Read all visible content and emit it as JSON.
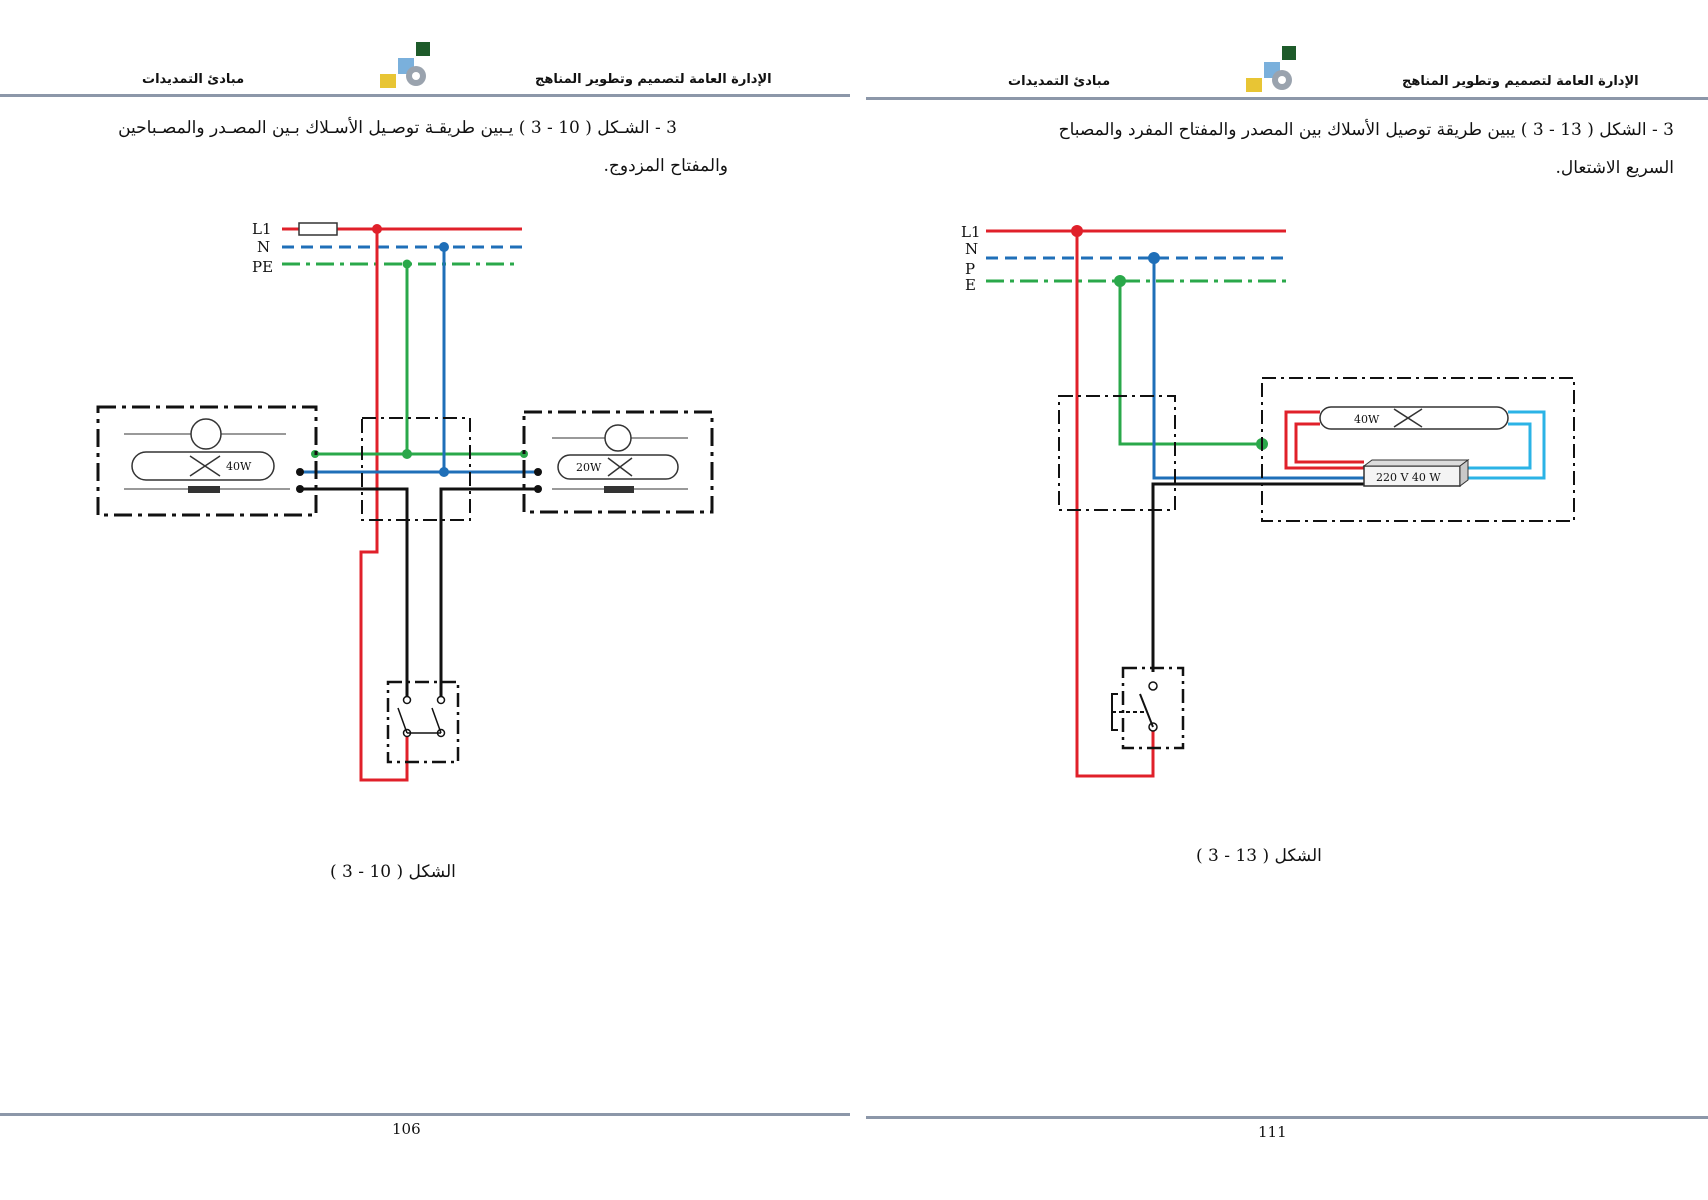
{
  "left_page": {
    "header": {
      "title": "مبادئ التمديدات",
      "org": "الإدارة العامة لتصميم وتطوير المناهج"
    },
    "text": {
      "line1": "3 -   الشـكل ( 10 - 3 ) يـبين طريقـة توصـيل الأسـلاك بـين المصـدر والمصـباحين",
      "line2": "والمفتاح المزدوج."
    },
    "diagram": {
      "labels": {
        "l1": "L1",
        "n": "N",
        "pe": "PE"
      },
      "lamp1_power": "40W",
      "lamp2_power": "20W"
    },
    "caption": "الشكل ( 10 - 3 )",
    "page_number": "106"
  },
  "right_page": {
    "header": {
      "title": "مبادئ التمديدات",
      "org": "الإدارة العامة لتصميم وتطوير المناهج"
    },
    "text": {
      "line1": "3 -   الشكل ( 13 - 3 ) يبين طريقة توصيل الأسلاك بين المصدر والمفتاح المفرد والمصباح",
      "line2": "السريع الاشتعال."
    },
    "diagram": {
      "labels": {
        "l1": "L1",
        "n": "N",
        "p": "P",
        "e": "E"
      },
      "lamp_power": "40W",
      "ballast": "220 V 40 W"
    },
    "caption": "الشكل ( 13 - 3 )",
    "page_number": "111"
  },
  "colors": {
    "phase": "#e0202a",
    "neutral": "#1f6fb8",
    "earth": "#2aa84a",
    "switched": "#111111",
    "rule": "#8c97a9",
    "cyan": "#2bb3e6"
  }
}
